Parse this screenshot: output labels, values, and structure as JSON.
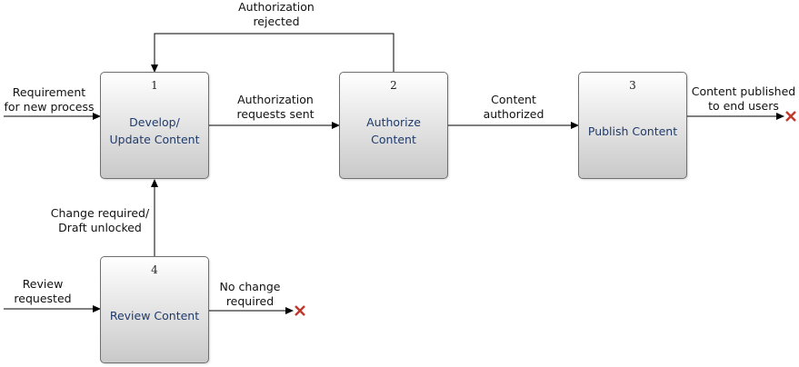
{
  "nodes": [
    {
      "id": "develop",
      "number": "1",
      "lines": [
        "Develop/",
        "Update Content"
      ]
    },
    {
      "id": "authorize",
      "number": "2",
      "lines": [
        "Authorize",
        "Content"
      ]
    },
    {
      "id": "publish",
      "number": "3",
      "lines": [
        "Publish Content"
      ]
    },
    {
      "id": "review",
      "number": "4",
      "lines": [
        "Review Content"
      ]
    }
  ],
  "edge_labels": {
    "requirement": [
      "Requirement",
      "for new process"
    ],
    "auth_requests": [
      "Authorization",
      "requests sent"
    ],
    "content_authorized": [
      "Content",
      "authorized"
    ],
    "published": [
      "Content published",
      "to end users"
    ],
    "rejected": [
      "Authorization",
      "rejected"
    ],
    "change_required": [
      "Change required/",
      "Draft unlocked"
    ],
    "review_requested": [
      "Review",
      "requested"
    ],
    "no_change": [
      "No change",
      "required"
    ]
  },
  "colors": {
    "node_text": "#1f3a6b",
    "terminator": "#c0392b",
    "line": "#000000"
  }
}
